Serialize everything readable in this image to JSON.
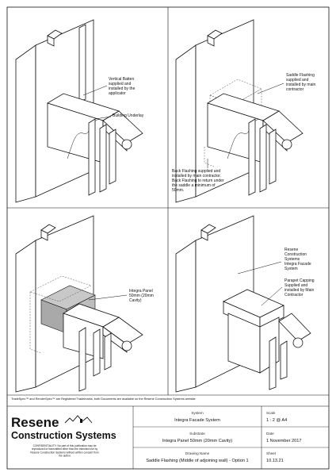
{
  "panels": {
    "top_left": {
      "label_batten": [
        "Vertical Batten",
        "supplied and",
        "installed by the",
        "applicator"
      ],
      "label_underlay": [
        "Building Underlay"
      ]
    },
    "top_right": {
      "label_saddle": [
        "Saddle Flashing",
        "supplied and",
        "installed by main",
        "contractor"
      ],
      "label_back": [
        "Back Flashing supplied and",
        "installed by main contractor.",
        "Back Flashing to return under",
        "the saddle a minimum of",
        "50mm."
      ]
    },
    "bottom_left": {
      "label_panel": [
        "Integra Panel",
        "50mm (20mm",
        "Cavity)"
      ]
    },
    "bottom_right": {
      "label_system": [
        "Resene",
        "Construction",
        "Systems",
        "Integra Facade",
        "System"
      ],
      "label_capping": [
        "Parapet Capping",
        "Supplied and",
        "installed by Main",
        "Contractor"
      ]
    }
  },
  "trademark_note": "TradeSpec™ and RenderSpec™ are Registered Trademarks, both Documents are available on the Resene Construction Systems website",
  "title_block": {
    "brand_top": "Resene",
    "brand_bottom": "Construction Systems",
    "confidentiality": [
      "CONFIDENTIALITY: No part of this publication may be",
      "reproduced or transmitted other than the intended use by",
      "Resene Construction Systems without written consent from",
      "the author."
    ],
    "system_label": "System",
    "system_value": "Integra Facade System",
    "substrate_label": "Substrate",
    "substrate_value": "Integra Panel 50mm (20mm Cavity)",
    "drawing_name_label": "Drawing Name",
    "drawing_name_value": "Saddle Flashing (Middle of adjoining wall) - Option 1",
    "scale_label": "Scale",
    "scale_value": "1 : 2 @ A4",
    "date_label": "Date",
    "date_value": "1 November 2017",
    "sheet_label": "Sheet",
    "sheet_value": "10.13.21"
  }
}
